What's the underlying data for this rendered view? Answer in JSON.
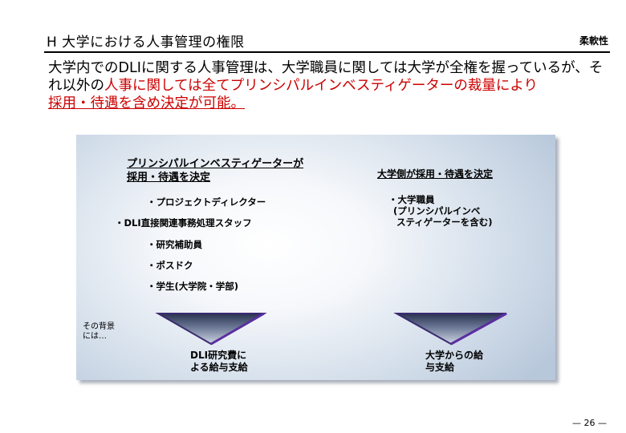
{
  "header": {
    "title": "H 大学における人事管理の権限",
    "tag": "柔軟性"
  },
  "lead": {
    "part1": "大学内でのDLIに関する人事管理は、大学職員に関しては大学が全権を握っている",
    "part2": "が、それ以外の",
    "part3": "人事に関しては全てプリンシパルインベスティゲーターの裁量により",
    "part4": "採用・待遇を含め決定が可能。"
  },
  "left": {
    "heading_line1": "プリンシパルインベスティゲーターが",
    "heading_line2": "採用・待遇を決定",
    "items": [
      "・プロジェクトディレクター",
      "・DLI直接関連事務処理スタッフ",
      "・研究補助員",
      "・ポスドク",
      "・学生(大学院・学部)"
    ],
    "caption_line1": "DLI研究費に",
    "caption_line2": "よる給与支給"
  },
  "right": {
    "heading": "大学側が採用・待遇を決定",
    "item_line1": "・大学職員",
    "item_line2": "(プリンシパルインベ",
    "item_line3": "スティゲーターを含む)",
    "caption_line1": "大学からの給",
    "caption_line2": "与支給"
  },
  "note": {
    "line1": "その背景",
    "line2": "には…"
  },
  "footer": {
    "page": "— 26 —"
  },
  "colors": {
    "accent_red": "#cc0000",
    "triangle_dark": "#2a3a5a",
    "triangle_edge": "#4b2a88"
  }
}
